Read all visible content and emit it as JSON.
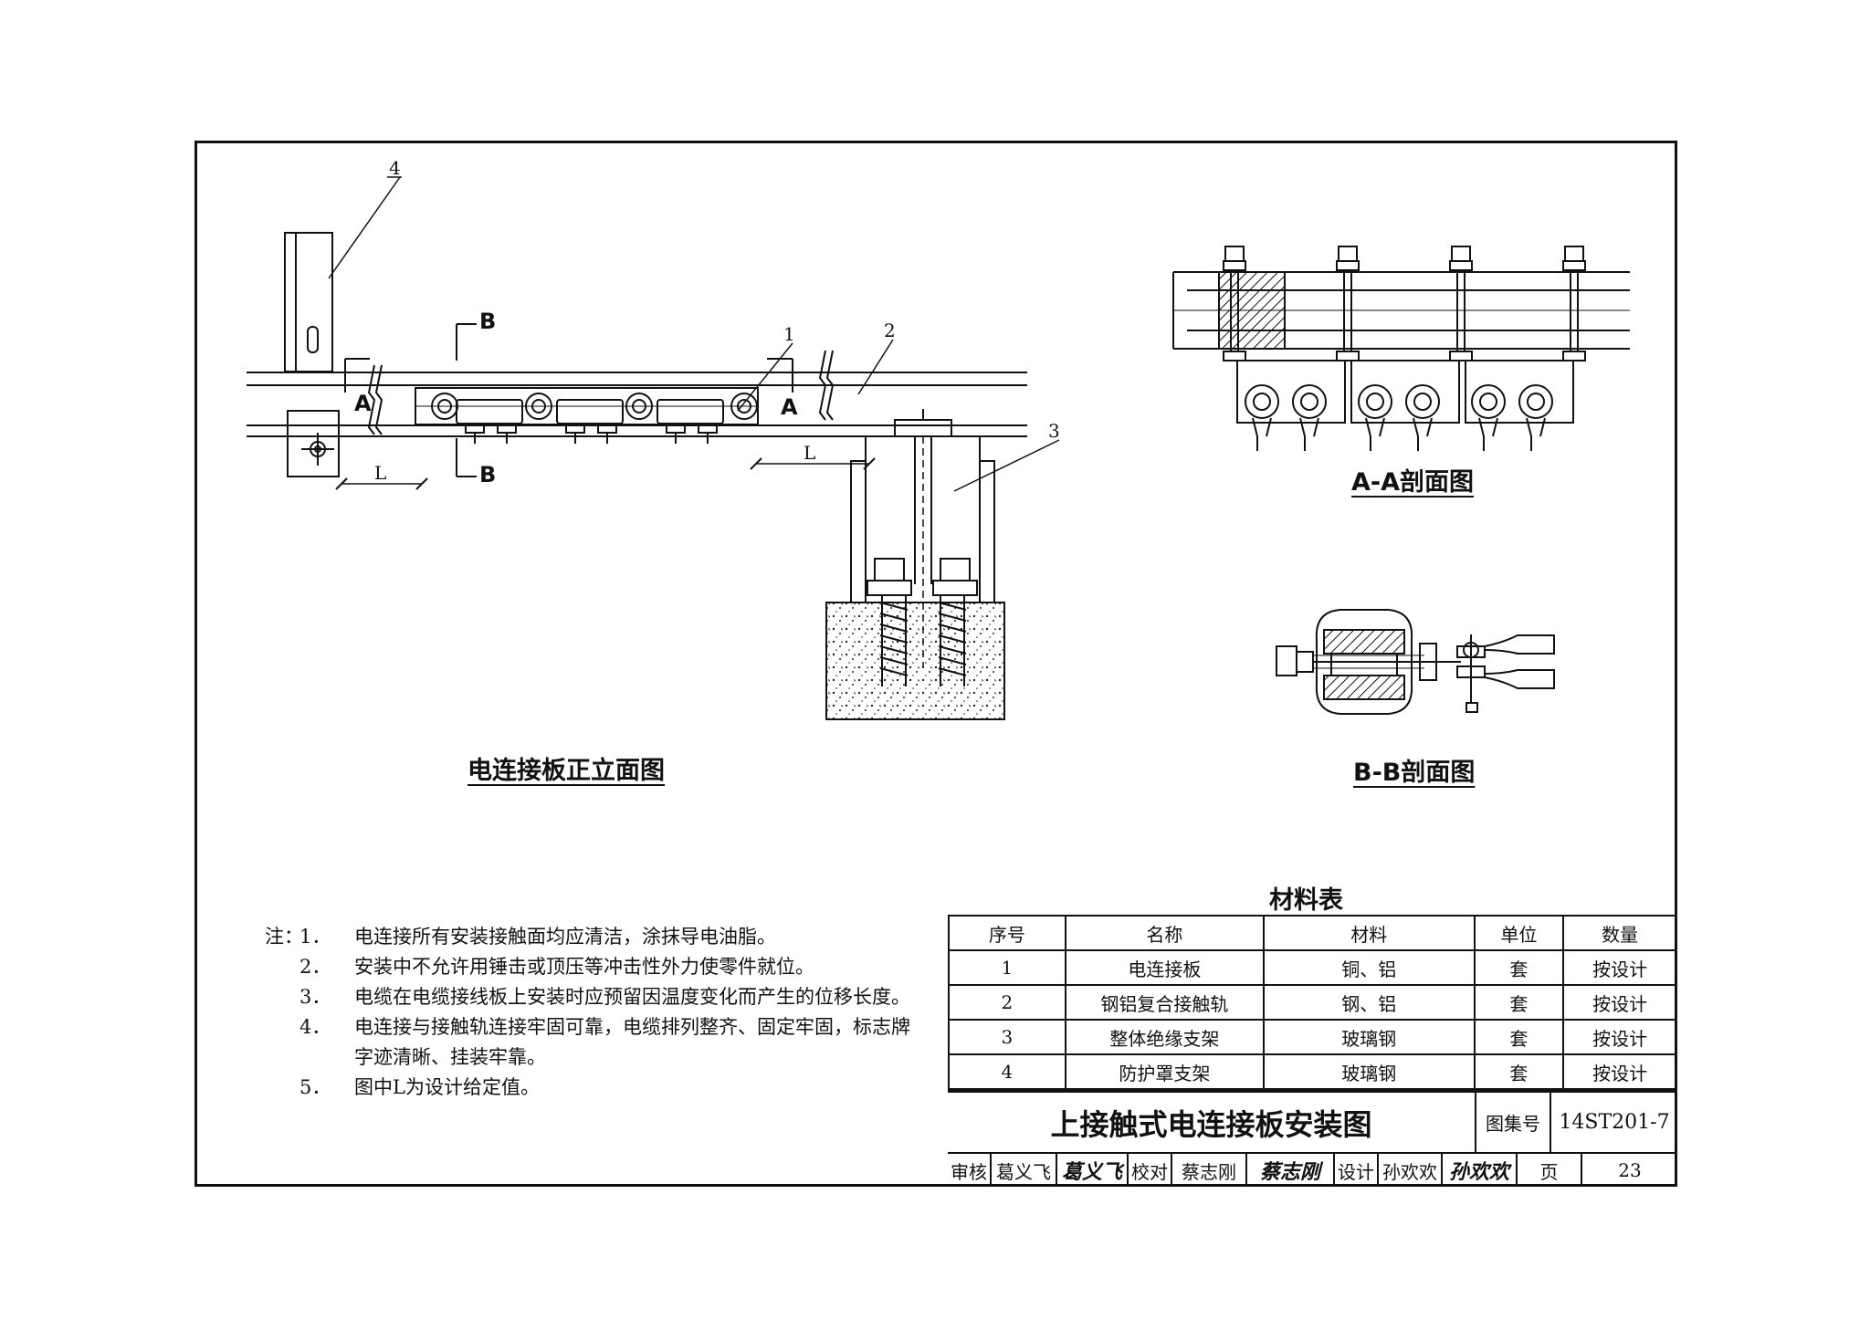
{
  "views": {
    "front_elevation_title": "电连接板正立面图",
    "section_aa_title": "A-A剖面图",
    "section_bb_title": "B-B剖面图"
  },
  "callouts": {
    "n1": "1",
    "n2": "2",
    "n3": "3",
    "n4": "4",
    "sec_a": "A",
    "sec_b": "B",
    "dim_l": "L"
  },
  "notes": {
    "prefix": "注：",
    "items": [
      {
        "num": "1．",
        "text": "电连接所有安装接触面均应清洁，涂抹导电油脂。"
      },
      {
        "num": "2．",
        "text": "安装中不允许用锤击或顶压等冲击性外力使零件就位。"
      },
      {
        "num": "3．",
        "text": "电缆在电缆接线板上安装时应预留因温度变化而产生的位移长度。"
      },
      {
        "num": "4．",
        "text": "电连接与接触轨连接牢固可靠，电缆排列整齐、固定牢固，标志牌字迹清晰、挂装牢靠。"
      },
      {
        "num": "5．",
        "text": "图中L为设计给定值。"
      }
    ]
  },
  "materials": {
    "title": "材料表",
    "headers": [
      "序号",
      "名称",
      "材料",
      "单位",
      "数量"
    ],
    "rows": [
      [
        "1",
        "电连接板",
        "铜、铝",
        "套",
        "按设计"
      ],
      [
        "2",
        "钢铝复合接触轨",
        "钢、铝",
        "套",
        "按设计"
      ],
      [
        "3",
        "整体绝缘支架",
        "玻璃钢",
        "套",
        "按设计"
      ],
      [
        "4",
        "防护罩支架",
        "玻璃钢",
        "套",
        "按设计"
      ]
    ]
  },
  "title_block": {
    "main_title": "上接触式电连接板安装图",
    "atlas_label": "图集号",
    "atlas_no": "14ST201-7",
    "review_label": "审核",
    "review_name": "葛义飞",
    "review_sig": "葛义飞",
    "check_label": "校对",
    "check_name": "蔡志刚",
    "check_sig": "蔡志刚",
    "design_label": "设计",
    "design_name": "孙欢欢",
    "design_sig": "孙欢欢",
    "page_label": "页",
    "page_no": "23"
  }
}
